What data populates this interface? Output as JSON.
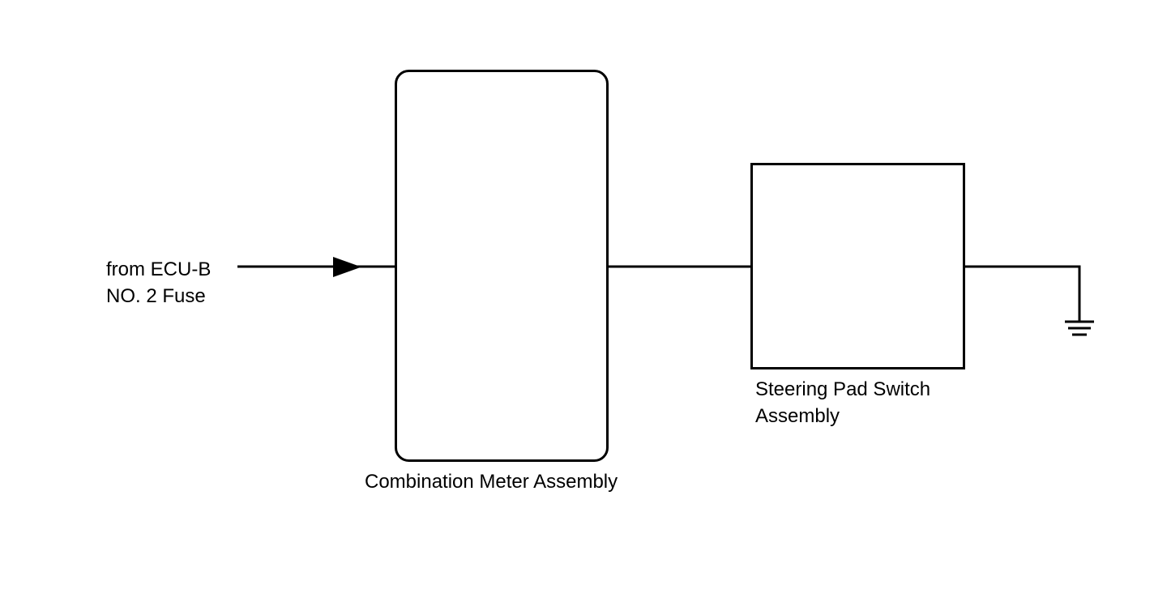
{
  "labels": {
    "source_line1": "from ECU-B",
    "source_line2": "NO. 2 Fuse",
    "meter": "Combination Meter Assembly",
    "switch_line1": "Steering Pad Switch",
    "switch_line2": "Assembly"
  },
  "colors": {
    "stroke": "#000000",
    "background": "#ffffff"
  }
}
